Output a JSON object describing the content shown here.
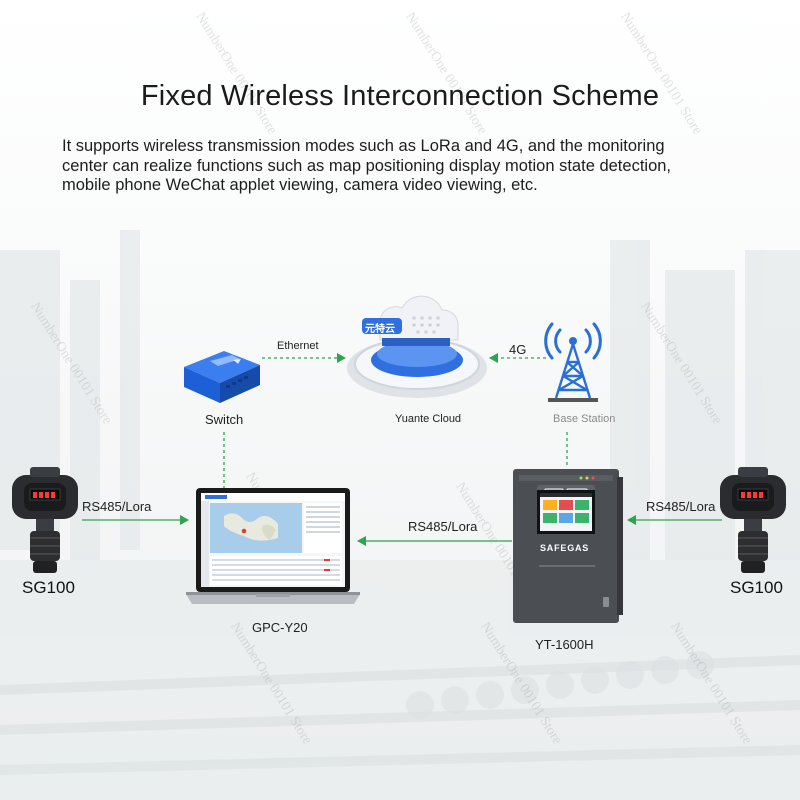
{
  "title": "Fixed Wireless Interconnection Scheme",
  "description": [
    "It supports wireless transmission modes such as LoRa and 4G, and the monitoring",
    "center can realize functions such as map positioning display motion state detection,",
    "mobile phone WeChat applet viewing, camera video viewing, etc."
  ],
  "watermark": "NumberOne 00101 Store",
  "nodes": {
    "switch": "Switch",
    "cloud": "Yuante Cloud",
    "cloud_logo": "元特云",
    "base_station": "Base Station",
    "laptop": "GPC-Y20",
    "controller": "YT-1600H",
    "controller_brand": "SAFEGAS",
    "sensor_left": "SG100",
    "sensor_right": "SG100"
  },
  "links": {
    "ethernet": "Ethernet",
    "g4": "4G",
    "rs485_left": "RS485/Lora",
    "rs485_mid": "RS485/Lora",
    "rs485_right": "RS485/Lora"
  },
  "colors": {
    "link_green": "#2ea44f",
    "cloud_blue": "#2f6fe0",
    "switch_blue": "#1d5fd6",
    "controller_gray": "#4b4e52"
  }
}
